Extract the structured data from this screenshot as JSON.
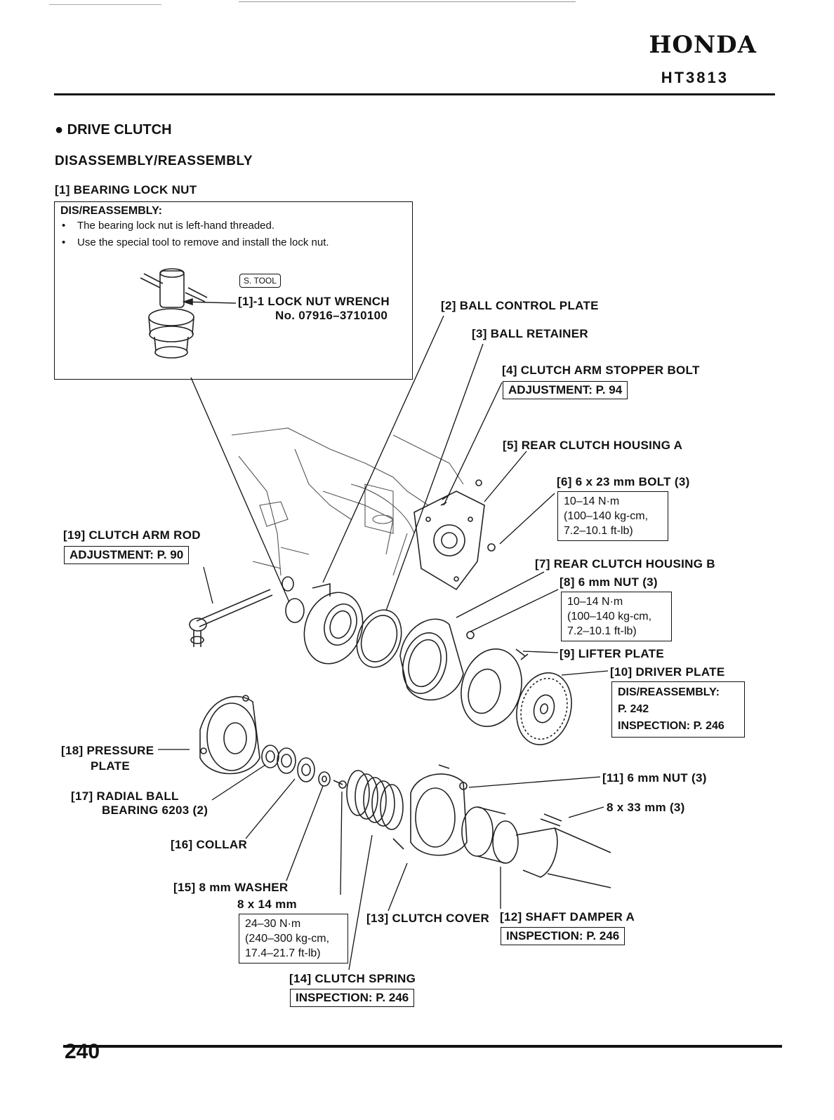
{
  "header": {
    "brand": "HONDA",
    "model": "HT3813"
  },
  "section_title": "● DRIVE CLUTCH",
  "subheading": "DISASSEMBLY/REASSEMBLY",
  "part1_label": "[1] BEARING LOCK NUT",
  "note": {
    "title": "DIS/REASSEMBLY:",
    "bullets": [
      "The bearing lock nut is left-hand threaded.",
      "Use the special tool to remove and install the lock nut."
    ]
  },
  "special_tool": {
    "badge": "S. TOOL",
    "name": "[1]-1  LOCK NUT WRENCH",
    "number": "No. 07916–3710100"
  },
  "parts": {
    "p2": "[2] BALL CONTROL PLATE",
    "p3": "[3] BALL RETAINER",
    "p4": "[4] CLUTCH ARM STOPPER BOLT",
    "p4_box": "ADJUSTMENT: P. 94",
    "p5": "[5] REAR CLUTCH HOUSING A",
    "p6": "[6] 6 x 23 mm BOLT (3)",
    "p6_torque": [
      "10–14 N·m",
      "(100–140 kg-cm,",
      "7.2–10.1 ft-lb)"
    ],
    "p7": "[7] REAR CLUTCH HOUSING B",
    "p8": "[8] 6 mm NUT (3)",
    "p8_torque": [
      "10–14 N·m",
      "(100–140 kg-cm,",
      "7.2–10.1 ft-lb)"
    ],
    "p9": "[9] LIFTER PLATE",
    "p10": "[10] DRIVER PLATE",
    "p10_box": [
      "DIS/REASSEMBLY:",
      "P. 242",
      "INSPECTION: P. 246"
    ],
    "p11": "[11] 6 mm NUT (3)",
    "bolt": "8 x 33 mm (3)",
    "p12": "[12] SHAFT DAMPER A",
    "p12_box": "INSPECTION: P. 246",
    "p13": "[13] CLUTCH COVER",
    "p14": "[14] CLUTCH SPRING",
    "p14_box": "INSPECTION: P. 246",
    "p15": "[15] 8 mm WASHER",
    "p15_size": "8 x 14 mm",
    "p15_torque": [
      "24–30 N·m",
      "(240–300 kg-cm,",
      "17.4–21.7 ft-lb)"
    ],
    "p16": "[16] COLLAR",
    "p17": "[17] RADIAL BALL",
    "p17b": "BEARING 6203 (2)",
    "p18": "[18] PRESSURE",
    "p18b": "PLATE",
    "p19": "[19] CLUTCH ARM ROD",
    "p19_box": "ADJUSTMENT: P. 90"
  },
  "page_number": "240"
}
